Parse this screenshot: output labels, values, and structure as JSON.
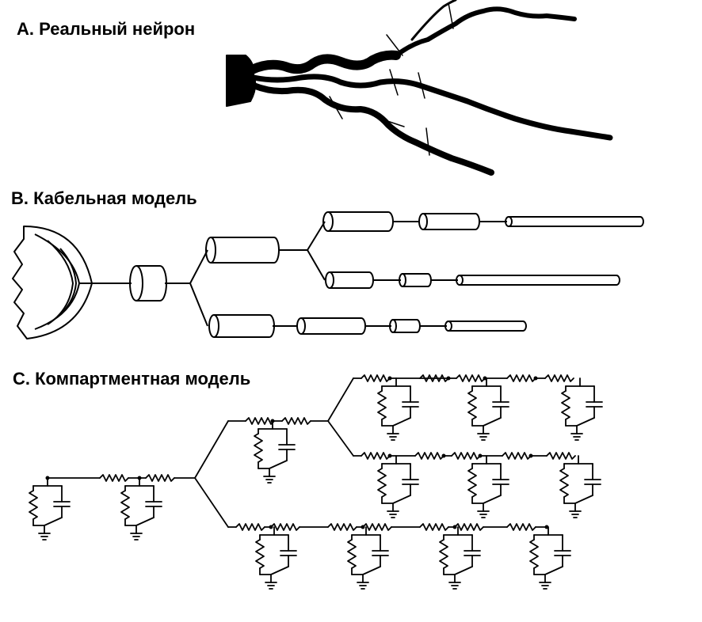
{
  "panels": {
    "a": {
      "title": "A. Реальный нейрон"
    },
    "b": {
      "title": "B. Кабельная модель"
    },
    "c": {
      "title": "C. Компартментная модель"
    }
  },
  "colors": {
    "ink": "#000000",
    "background": "#ffffff"
  }
}
